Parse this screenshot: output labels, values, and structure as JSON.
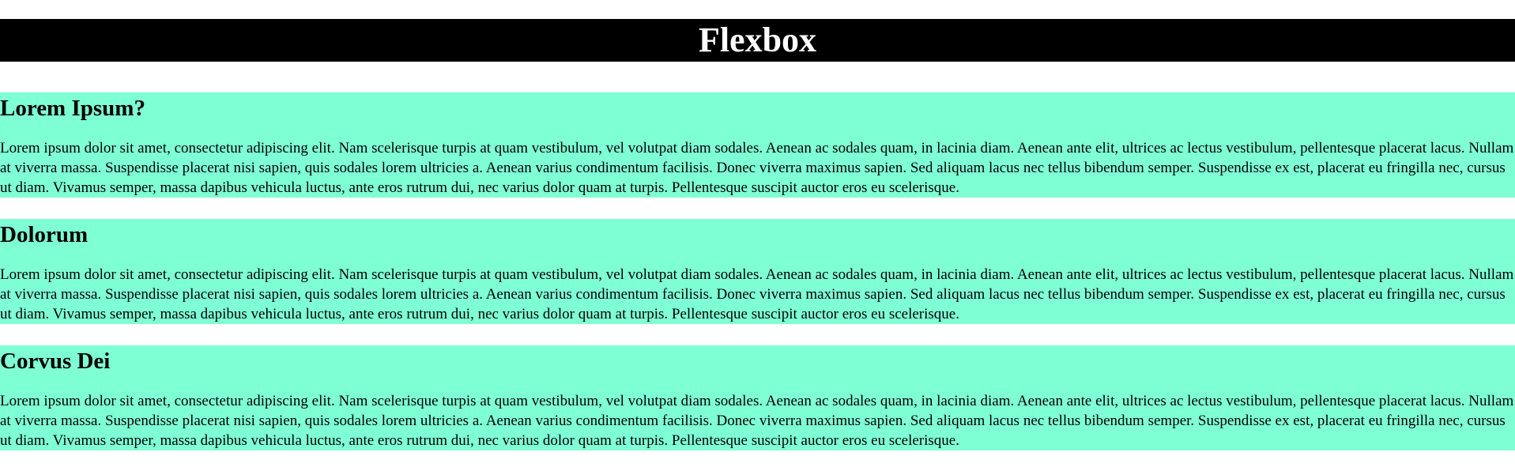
{
  "header": {
    "title": "Flexbox"
  },
  "colors": {
    "header_background": "#000000",
    "header_text": "#ffffff",
    "section_background": "#7fffd4"
  },
  "sections": [
    {
      "title": "Lorem Ipsum?",
      "body": "Lorem ipsum dolor sit amet, consectetur adipiscing elit. Nam scelerisque turpis at quam vestibulum, vel volutpat diam sodales. Aenean ac sodales quam, in lacinia diam. Aenean ante elit, ultrices ac lectus vestibulum, pellentesque placerat lacus. Nullam at viverra massa. Suspendisse placerat nisi sapien, quis sodales lorem ultricies a. Aenean varius condimentum facilisis. Donec viverra maximus sapien. Sed aliquam lacus nec tellus bibendum semper. Suspendisse ex est, placerat eu fringilla nec, cursus ut diam. Vivamus semper, massa dapibus vehicula luctus, ante eros rutrum dui, nec varius dolor quam at turpis. Pellentesque suscipit auctor eros eu scelerisque."
    },
    {
      "title": "Dolorum",
      "body": "Lorem ipsum dolor sit amet, consectetur adipiscing elit. Nam scelerisque turpis at quam vestibulum, vel volutpat diam sodales. Aenean ac sodales quam, in lacinia diam. Aenean ante elit, ultrices ac lectus vestibulum, pellentesque placerat lacus. Nullam at viverra massa. Suspendisse placerat nisi sapien, quis sodales lorem ultricies a. Aenean varius condimentum facilisis. Donec viverra maximus sapien. Sed aliquam lacus nec tellus bibendum semper. Suspendisse ex est, placerat eu fringilla nec, cursus ut diam. Vivamus semper, massa dapibus vehicula luctus, ante eros rutrum dui, nec varius dolor quam at turpis. Pellentesque suscipit auctor eros eu scelerisque."
    },
    {
      "title": "Corvus Dei",
      "body": "Lorem ipsum dolor sit amet, consectetur adipiscing elit. Nam scelerisque turpis at quam vestibulum, vel volutpat diam sodales. Aenean ac sodales quam, in lacinia diam. Aenean ante elit, ultrices ac lectus vestibulum, pellentesque placerat lacus. Nullam at viverra massa. Suspendisse placerat nisi sapien, quis sodales lorem ultricies a. Aenean varius condimentum facilisis. Donec viverra maximus sapien. Sed aliquam lacus nec tellus bibendum semper. Suspendisse ex est, placerat eu fringilla nec, cursus ut diam. Vivamus semper, massa dapibus vehicula luctus, ante eros rutrum dui, nec varius dolor quam at turpis. Pellentesque suscipit auctor eros eu scelerisque."
    }
  ]
}
